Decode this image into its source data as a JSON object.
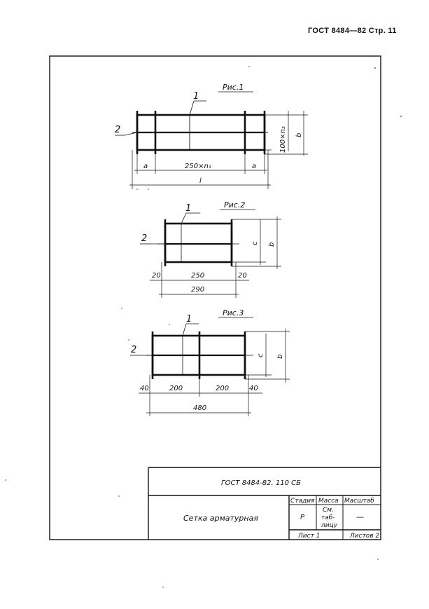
{
  "header": {
    "standard": "ГОСТ 8484—82 Стр. 11"
  },
  "fig1": {
    "caption": "Рис.1",
    "pos1": "1",
    "pos2": "2",
    "dim_vertical": "100×n₂",
    "dim_b": "b",
    "dim_a_left": "a",
    "dim_middle": "250×n₁",
    "dim_a_right": "a",
    "dim_total": "l"
  },
  "fig2": {
    "caption": "Рис.2",
    "pos1": "1",
    "pos2": "2",
    "dim_c": "c",
    "dim_b": "b",
    "dim_left": "20",
    "dim_middle": "250",
    "dim_right": "20",
    "dim_total": "290"
  },
  "fig3": {
    "caption": "Рис.3",
    "pos1": "1",
    "pos2": "2",
    "dim_c": "c",
    "dim_b": "b",
    "dim_left": "40",
    "dim_mid1": "200",
    "dim_mid2": "200",
    "dim_right": "40",
    "dim_total": "480"
  },
  "title_block": {
    "designation": "ГОСТ 8484-82. 110 СБ",
    "name": "Сетка арматурная",
    "col_stage": "Стадия",
    "col_mass": "Масса",
    "col_scale": "Масштаб",
    "stage_value": "Р",
    "mass_value_1": "См.",
    "mass_value_2": "таб-",
    "mass_value_3": "лицу",
    "scale_value": "—",
    "sheet": "Лист 1",
    "sheets": "Листов 2"
  }
}
